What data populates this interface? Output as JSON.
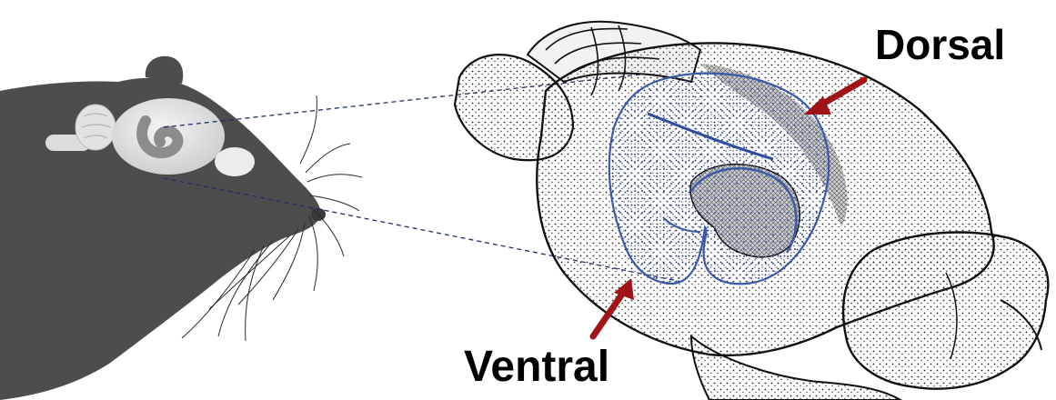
{
  "labels": {
    "dorsal": "Dorsal",
    "ventral": "Ventral"
  },
  "colors": {
    "mouse_silhouette": "#4d4d4d",
    "mouse_brain": "#e6e6e6",
    "hippocampus_outline": "#3a5aa8",
    "arrow": "#a01418",
    "projection_lines": "#1f2e6e",
    "sketch_ink": "#111111"
  },
  "icons": [
    "mouse-head-silhouette",
    "brain-sketch",
    "hippocampus-drawing",
    "pointer-arrow"
  ]
}
